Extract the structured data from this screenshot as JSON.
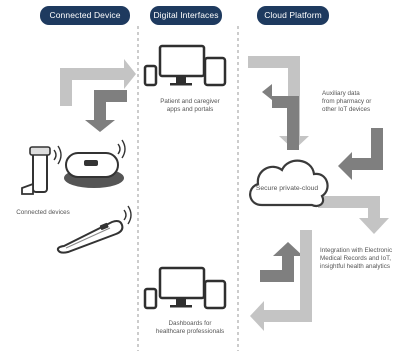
{
  "headers": {
    "connected_device": "Connected Device",
    "digital_interfaces": "Digital Interfaces",
    "cloud_platform": "Cloud Platform"
  },
  "labels": {
    "apps": [
      "Patient and caregiver",
      "apps and portals"
    ],
    "connected_devices": "Connected devices",
    "dashboards": [
      "Dashboards for",
      "healthcare professionals"
    ],
    "auxiliary": [
      "Auxiliary data",
      "from pharmacy or",
      "other IoT devices"
    ],
    "cloud": "Secure private-cloud",
    "integration": [
      "Integration with Electronic",
      "Medical Records and IoT,",
      "insightful health analytics"
    ]
  },
  "colors": {
    "header_bg": "#1e3a5f",
    "arrow_light": "#c4c4c4",
    "arrow_dark": "#7f7f7f",
    "device_outline": "#3a3a3a",
    "divider": "#9a9a9a"
  },
  "icons": [
    "monitor-icon",
    "tablet-icon",
    "phone-icon",
    "inhaler-icon",
    "sensor-device-icon",
    "smart-pen-icon",
    "cloud-icon",
    "wifi-signal-icon"
  ]
}
